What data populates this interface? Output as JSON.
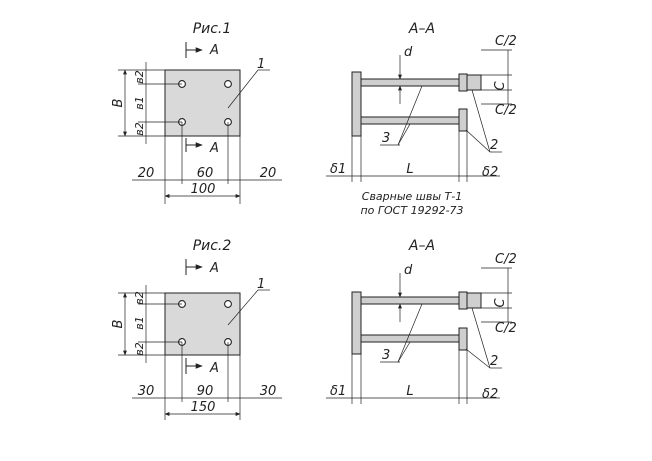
{
  "figures": [
    {
      "title": "Рис.1",
      "section_mark": "A",
      "dim_B": "B",
      "dim_b1": "в1",
      "dim_b2_top": "в2",
      "dim_b2_bottom": "в2",
      "dim_left": "20",
      "dim_center": "60",
      "dim_right": "20",
      "dim_total": "100",
      "callout_1": "1"
    },
    {
      "title": "Рис.2",
      "section_mark": "A",
      "dim_B": "B",
      "dim_b1": "в1",
      "dim_b2_top": "в2",
      "dim_b2_bottom": "в2",
      "dim_left": "30",
      "dim_center": "90",
      "dim_right": "30",
      "dim_total": "150",
      "callout_1": "1"
    }
  ],
  "sections": [
    {
      "title": "A–A",
      "d": "d",
      "c_half_top": "C/2",
      "c": "C",
      "c_half_bottom": "C/2",
      "callout_3": "3",
      "callout_2": "2",
      "delta_1": "δ1",
      "length": "L",
      "delta_2": "δ2"
    },
    {
      "title": "A–A",
      "d": "d",
      "c_half_top": "C/2",
      "c": "C",
      "c_half_bottom": "C/2",
      "callout_3": "3",
      "callout_2": "2",
      "delta_1": "δ1",
      "length": "L",
      "delta_2": "δ2"
    }
  ],
  "weld_note": {
    "line1": "Сварные швы Т-1",
    "line2": "по ГОСТ 19292-73"
  },
  "colors": {
    "plate_fill": "#d9d9d9",
    "line": "#222222"
  }
}
